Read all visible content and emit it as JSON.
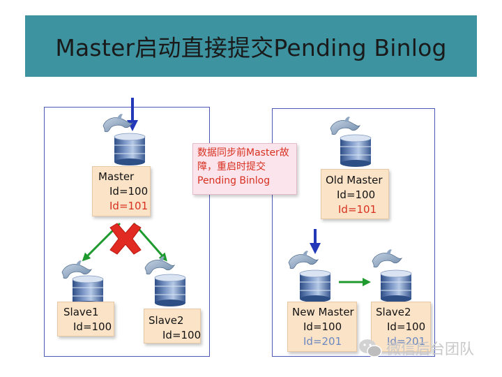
{
  "header": {
    "title": "Master启动直接提交Pending Binlog"
  },
  "left_panel": {
    "master": {
      "name": "Master",
      "id_line1": "Id=100",
      "id_line2": "Id=101"
    },
    "slave1": {
      "name": "Slave1",
      "id": "Id=100"
    },
    "slave2": {
      "name": "Slave2",
      "id": "Id=100"
    }
  },
  "note": {
    "line1": "数据同步前Master故",
    "line2": "障，重启时提交",
    "line3": "Pending Binlog"
  },
  "right_panel": {
    "old_master": {
      "name": "Old Master",
      "id_line1": "Id=100",
      "id_line2": "Id=101"
    },
    "new_master": {
      "name": "New Master",
      "id_line1": "Id=100",
      "id_line2": "Id=201"
    },
    "slave2": {
      "name": "Slave2",
      "id_line1": "Id=100",
      "id_line2": "Id=201"
    }
  },
  "watermark": {
    "text": "微信后台团队"
  },
  "colors": {
    "header_bg": "#3d93a0",
    "panel_border": "#4a56b8",
    "node_box": "#fbe3c8",
    "note_box": "#fbe4ec",
    "new_value_red": "#d8301f",
    "new_value_blue": "#6b87c0",
    "arrow_blue": "#2238b8",
    "arrow_green": "#1f9a2e",
    "cross_red": "#e02a22"
  },
  "icons": [
    "database-server-icon",
    "dolphin-icon",
    "red-x-icon",
    "wechat-logo-icon"
  ]
}
